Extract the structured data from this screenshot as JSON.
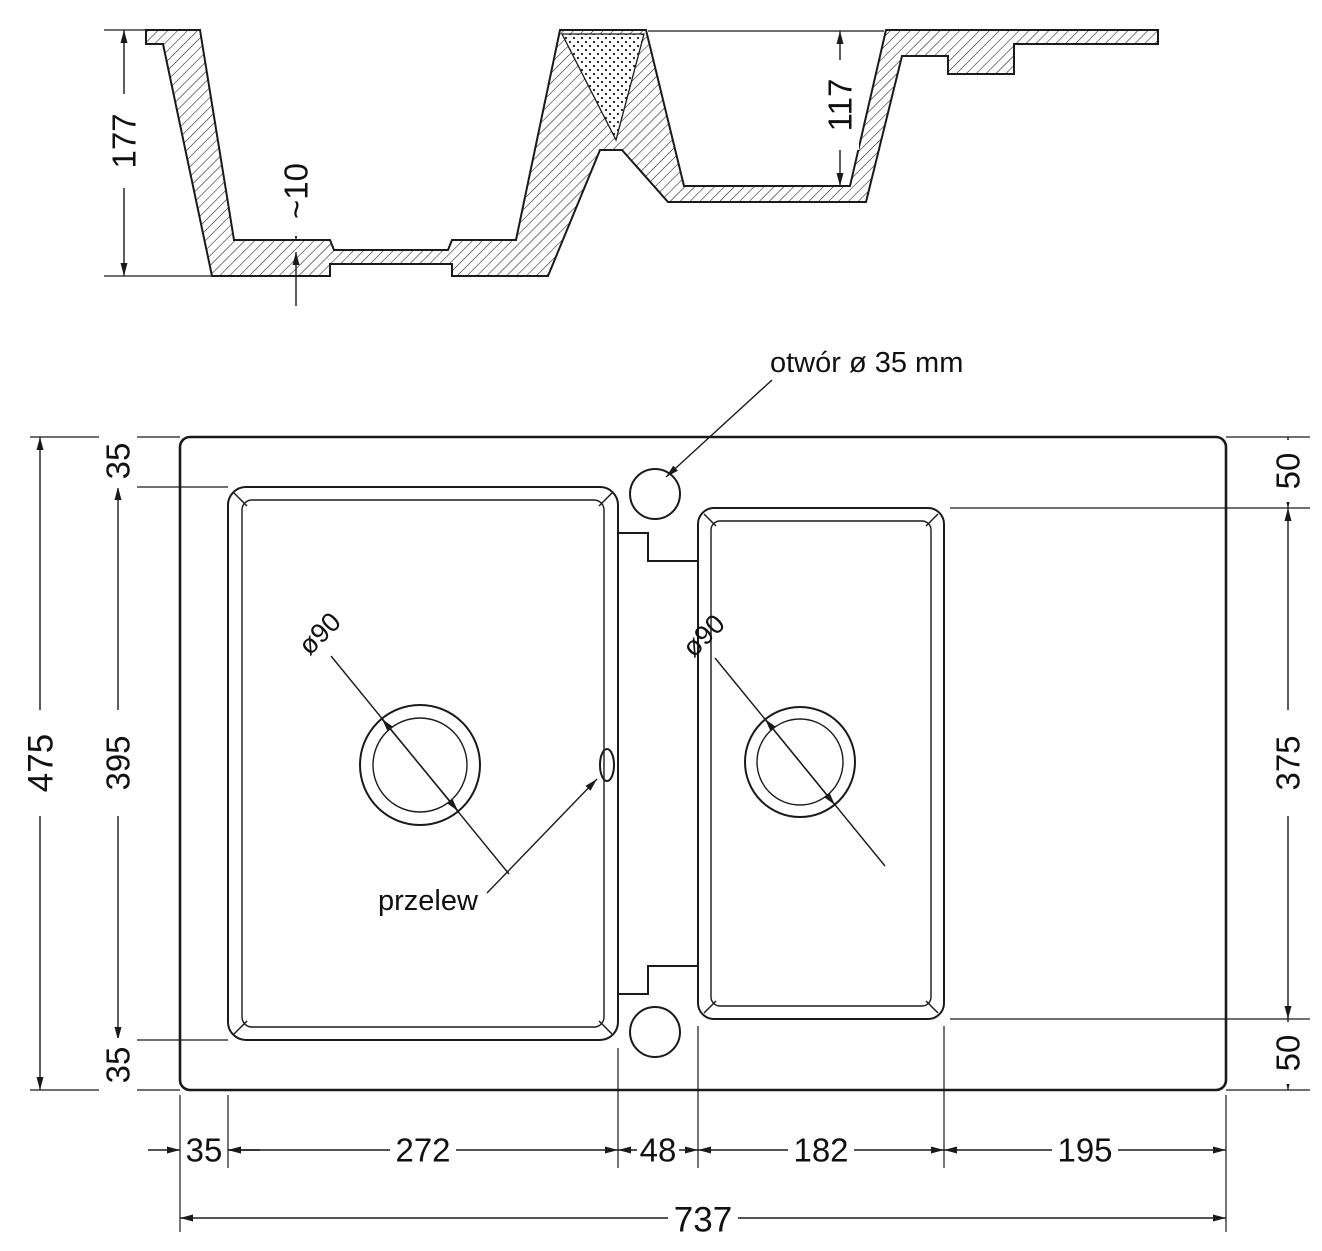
{
  "section": {
    "depth_total": "177",
    "bottom_recess": "~10",
    "bowl2_depth": "117"
  },
  "plan": {
    "hole_label": "otwór ø 35 mm",
    "overflow_label": "przelew",
    "drain_left_label": "ø90",
    "drain_right_label": "ø90"
  },
  "dims": {
    "left_total": "475",
    "left_bowl": "395",
    "left_top": "35",
    "left_bottom": "35",
    "right_top": "50",
    "right_bowl": "375",
    "right_bottom": "50",
    "bottom_margin": "35",
    "bowl1_width": "272",
    "gap": "48",
    "bowl2_width": "182",
    "drainer_width": "195",
    "total_width": "737"
  },
  "colors": {
    "line": "#1a1a1a",
    "background": "#ffffff"
  }
}
